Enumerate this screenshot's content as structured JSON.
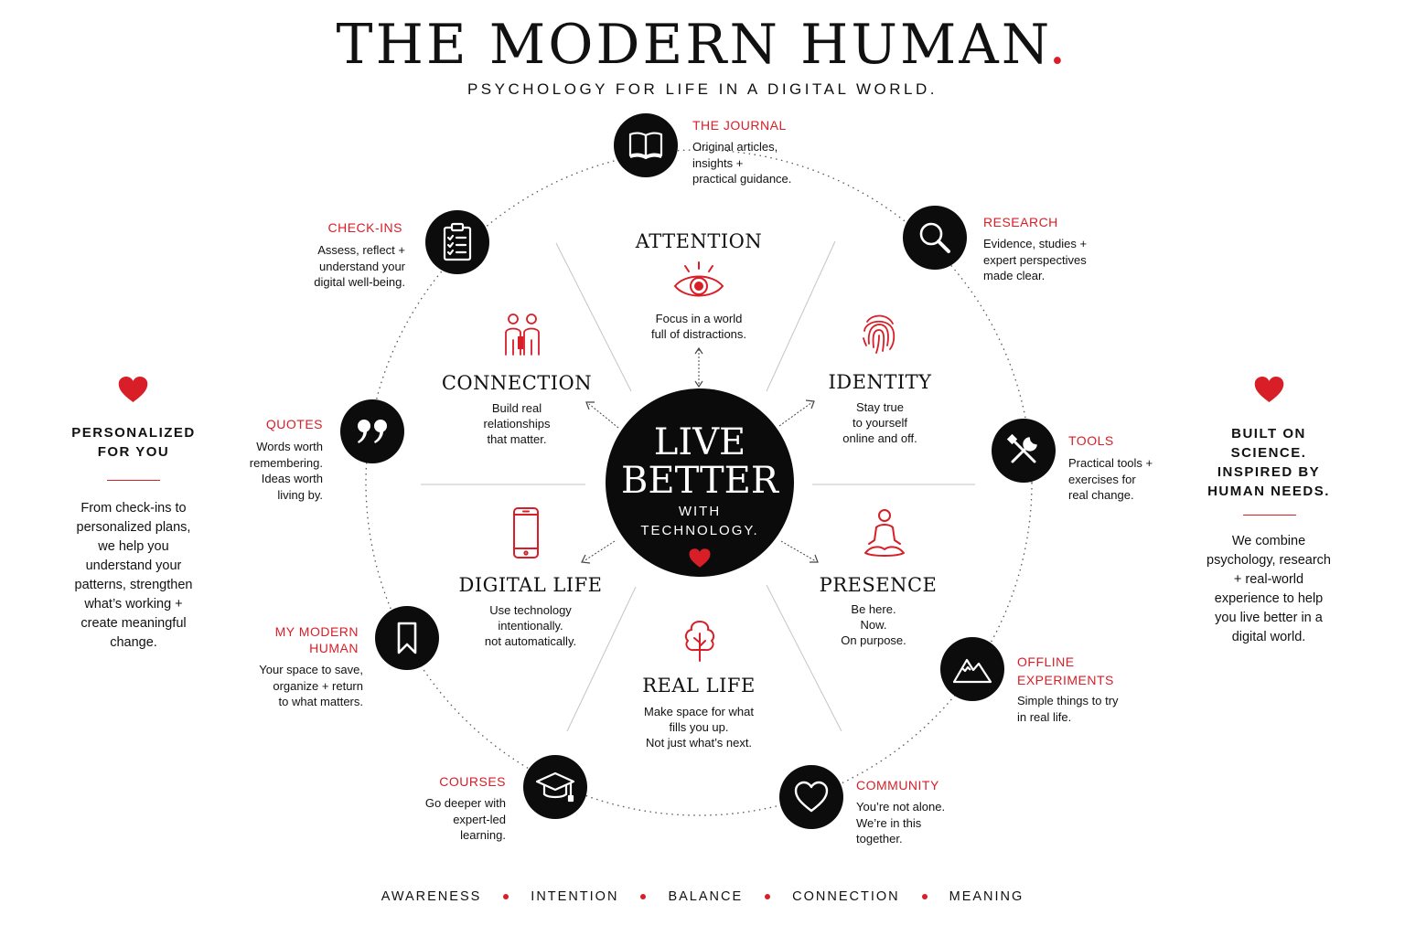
{
  "header": {
    "title": "THE MODERN HUMAN",
    "title_dot": ".",
    "subtitle": "PSYCHOLOGY FOR LIFE IN A DIGITAL WORLD."
  },
  "colors": {
    "accent": "#d81e27",
    "ink": "#111111",
    "node_fill": "#0c0c0c"
  },
  "center": {
    "line1": "LIVE",
    "line2": "BETTER",
    "line3": "WITH",
    "line4": "TECHNOLOGY.",
    "icon": "heart-icon"
  },
  "nodes": {
    "journal": {
      "icon": "book-icon",
      "label": "THE JOURNAL",
      "desc": [
        "Original articles,",
        "insights +",
        "practical guidance."
      ]
    },
    "research": {
      "icon": "magnifier-icon",
      "label": "RESEARCH",
      "desc": [
        "Evidence, studies +",
        "expert perspectives",
        "made clear."
      ]
    },
    "tools": {
      "icon": "tools-icon",
      "label": "TOOLS",
      "desc": [
        "Practical tools +",
        "exercises for",
        "real change."
      ]
    },
    "offline": {
      "icon": "mountains-icon",
      "label": [
        "OFFLINE",
        "EXPERIMENTS"
      ],
      "desc": [
        "Simple things to try",
        "in real life."
      ]
    },
    "community": {
      "icon": "heart-outline-icon",
      "label": "COMMUNITY",
      "desc": [
        "You’re not alone.",
        "We’re in this",
        "together."
      ]
    },
    "courses": {
      "icon": "graduation-cap-icon",
      "label": "COURSES",
      "desc": [
        "Go deeper with",
        "expert-led",
        "learning."
      ]
    },
    "mymodern": {
      "icon": "bookmark-icon",
      "label": [
        "MY MODERN",
        "HUMAN"
      ],
      "desc": [
        "Your space to save,",
        "organize + return",
        "to what matters."
      ]
    },
    "quotes": {
      "icon": "quote-icon",
      "label": "QUOTES",
      "desc": [
        "Words worth",
        "remembering.",
        "Ideas worth",
        "living by."
      ]
    },
    "checkins": {
      "icon": "clipboard-icon",
      "label": "CHECK-INS",
      "desc": [
        "Assess, reflect +",
        "understand your",
        "digital well-being."
      ]
    }
  },
  "segments": {
    "attention": {
      "icon": "eye-icon",
      "title": "ATTENTION",
      "desc": [
        "Focus in a world",
        "full of distractions."
      ]
    },
    "identity": {
      "icon": "fingerprint-icon",
      "title": "IDENTITY",
      "desc": [
        "Stay true",
        "to yourself",
        "online and off."
      ]
    },
    "presence": {
      "icon": "meditation-icon",
      "title": "PRESENCE",
      "desc": [
        "Be here.",
        "Now.",
        "On purpose."
      ]
    },
    "reallife": {
      "icon": "tree-icon",
      "title": "REAL LIFE",
      "desc": [
        "Make space for what",
        "fills you up.",
        "Not just what’s next."
      ]
    },
    "digitallife": {
      "icon": "phone-icon",
      "title": "DIGITAL LIFE",
      "desc": [
        "Use technology",
        "intentionally.",
        "not automatically."
      ]
    },
    "connection": {
      "icon": "people-icon",
      "title": "CONNECTION",
      "desc": [
        "Build real",
        "relationships",
        "that matter."
      ]
    }
  },
  "left_panel": {
    "icon": "heart-icon",
    "heading": [
      "PERSONALIZED",
      "FOR YOU"
    ],
    "body": [
      "From check-ins to",
      "personalized plans,",
      "we help you",
      "understand your",
      "patterns, strengthen",
      "what’s working +",
      "create meaningful",
      "change."
    ]
  },
  "right_panel": {
    "icon": "heart-icon",
    "heading": [
      "BUILT ON",
      "SCIENCE.",
      "INSPIRED BY",
      "HUMAN NEEDS."
    ],
    "body": [
      "We combine",
      "psychology, research",
      "+ real-world",
      "experience to help",
      "you live better in a",
      "digital world."
    ]
  },
  "footer": [
    "AWARENESS",
    "INTENTION",
    "BALANCE",
    "CONNECTION",
    "MEANING"
  ]
}
